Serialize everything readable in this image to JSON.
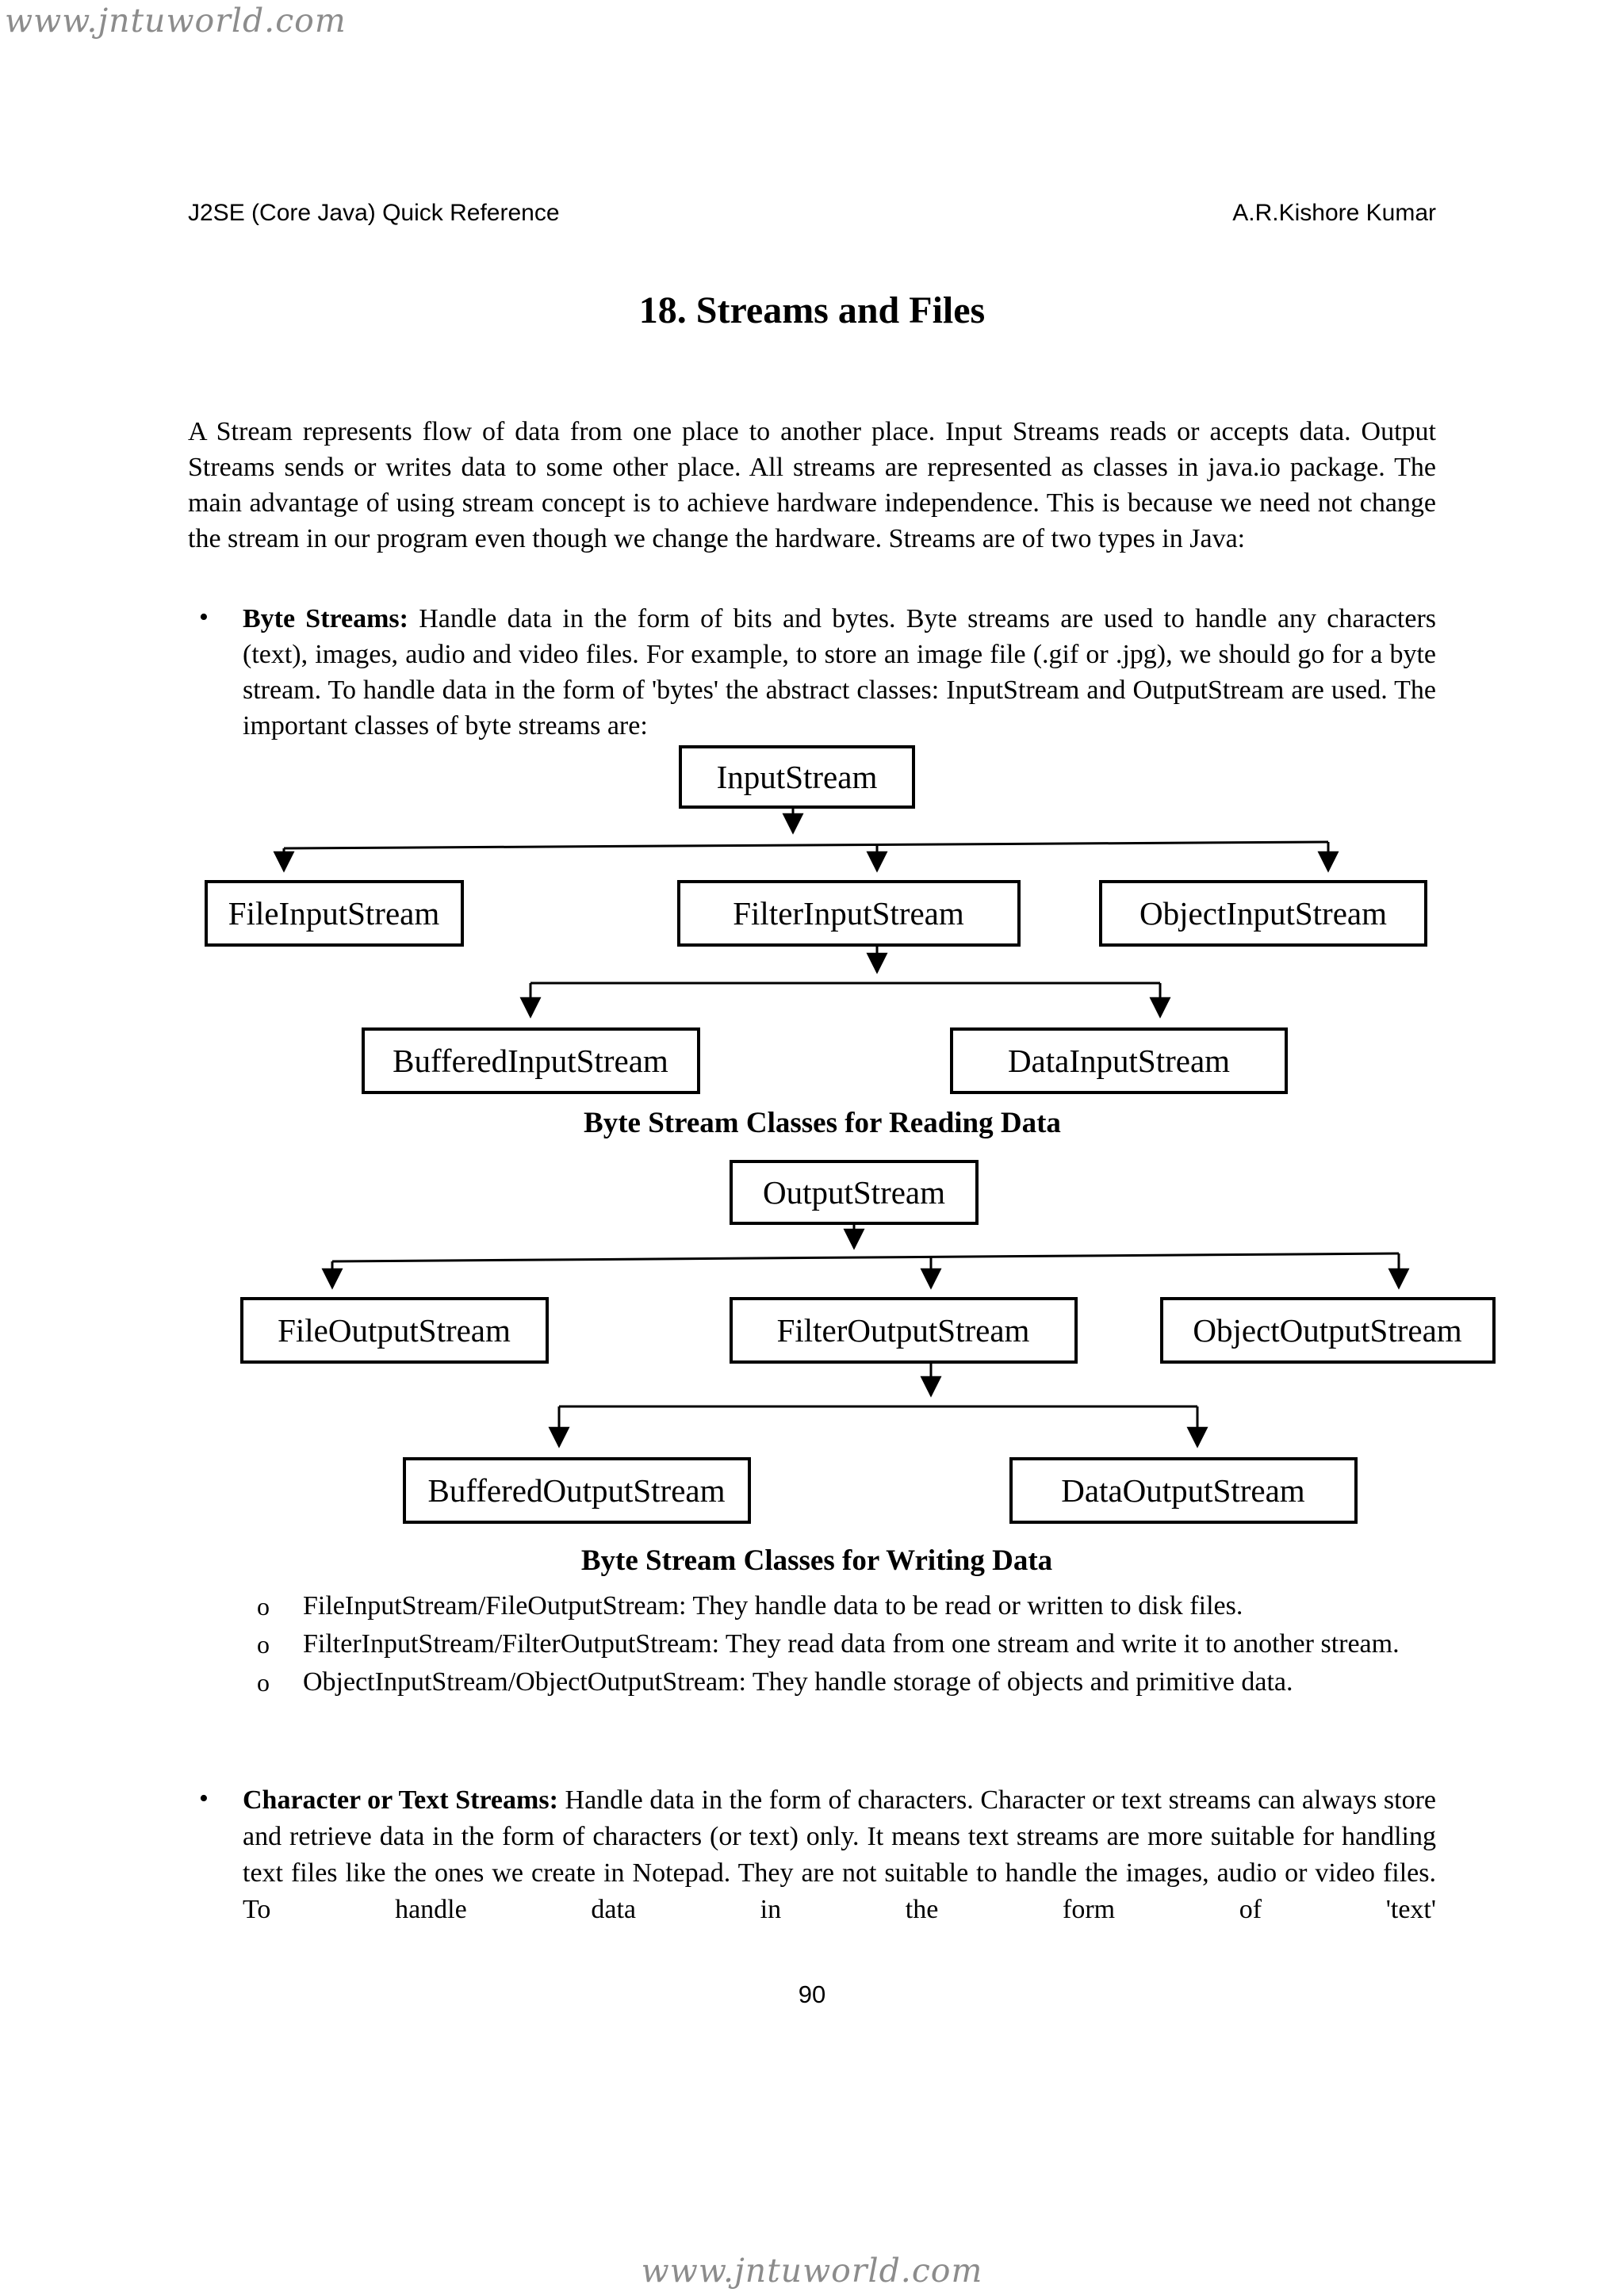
{
  "watermarks": {
    "top": "www.jntuworld.com",
    "bottom": "www.jntuworld.com"
  },
  "header": {
    "left": "J2SE (Core Java) Quick Reference",
    "right": "A.R.Kishore Kumar"
  },
  "title": "18. Streams and Files",
  "intro": "A Stream represents flow of data from one place to another place. Input Streams reads or accepts data. Output Streams sends or writes data to some other place. All streams are represented as classes in java.io package. The main advantage of using stream concept is to achieve hardware independence. This is because we need not change the stream in our program even though we change the hardware. Streams are of two types in Java:",
  "markers": {
    "bullet": "•",
    "circle": "o"
  },
  "byte_streams_bullet": {
    "lead": "Byte Streams:",
    "text": " Handle data in the form of bits and bytes. Byte streams are used to handle any characters (text), images, audio and video files. For example, to store an image file (.gif or .jpg), we should go for a byte stream. To handle data in the form of 'bytes' the abstract classes: InputStream and OutputStream are used. The important classes of byte streams are:"
  },
  "diagrams": {
    "reading": {
      "root": "InputStream",
      "level2": [
        "FileInputStream",
        "FilterInputStream",
        "ObjectInputStream"
      ],
      "level3": [
        "BufferedInputStream",
        "DataInputStream"
      ],
      "caption": "Byte Stream Classes for Reading Data"
    },
    "writing": {
      "root": "OutputStream",
      "level2": [
        "FileOutputStream",
        "FilterOutputStream",
        "ObjectOutputStream"
      ],
      "level3": [
        "BufferedOutputStream",
        "DataOutputStream"
      ],
      "caption": "Byte Stream Classes for Writing Data"
    }
  },
  "sub_bullets": [
    "FileInputStream/FileOutputStream: They handle data to be read or written to disk files.",
    "FilterInputStream/FilterOutputStream: They read data from one stream and write it to another stream.",
    "ObjectInputStream/ObjectOutputStream: They handle storage of objects and primitive data."
  ],
  "char_streams_bullet": {
    "lead": "Character or Text Streams:",
    "text": " Handle data in the form of characters. Character or text streams can always store and retrieve data in the form of characters (or text) only. It means text streams are more suitable for handling text files like the ones we create in Notepad. They are not suitable to handle the images, audio or video files. To handle data in the form of 'text'"
  },
  "page_number": "90"
}
